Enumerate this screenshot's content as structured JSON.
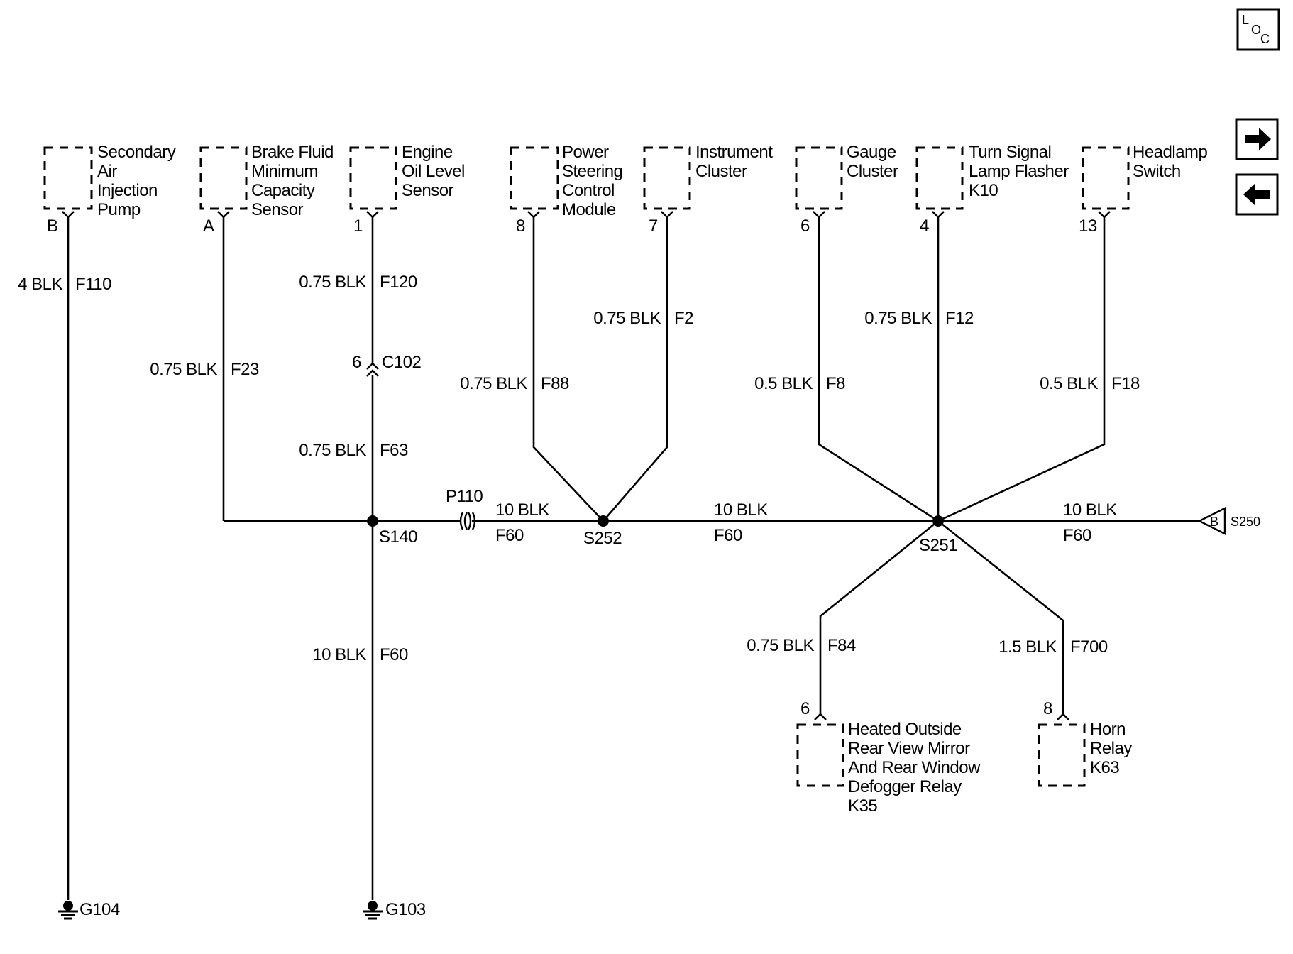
{
  "nav": {
    "loc_letters": [
      "L",
      "O",
      "C"
    ],
    "next_icon": "arrow-right-icon",
    "prev_icon": "arrow-left-icon"
  },
  "components": {
    "secondary_air_pump": [
      "Secondary",
      "Air",
      "Injection",
      "Pump"
    ],
    "brake_fluid_sensor": [
      "Brake Fluid",
      "Minimum",
      "Capacity",
      "Sensor"
    ],
    "engine_oil_sensor": [
      "Engine",
      "Oil Level",
      "Sensor"
    ],
    "power_steering_module": [
      "Power",
      "Steering",
      "Control",
      "Module"
    ],
    "instrument_cluster": [
      "Instrument",
      "Cluster"
    ],
    "gauge_cluster": [
      "Gauge",
      "Cluster"
    ],
    "turn_signal_flasher": [
      "Turn Signal",
      "Lamp Flasher",
      "K10"
    ],
    "headlamp_switch": [
      "Headlamp",
      "Switch"
    ],
    "mirror_defogger_relay": [
      "Heated Outside",
      "Rear View Mirror",
      "And Rear Window",
      "Defogger Relay",
      "K35"
    ],
    "horn_relay": [
      "Horn",
      "Relay",
      "K63"
    ]
  },
  "pins": {
    "secondary_air_pump": "B",
    "brake_fluid_sensor": "A",
    "engine_oil_sensor": "1",
    "power_steering_module": "8",
    "instrument_cluster": "7",
    "gauge_cluster": "6",
    "turn_signal_flasher": "4",
    "headlamp_switch": "13",
    "mirror_defogger_relay": "6",
    "horn_relay": "8",
    "c102": "6"
  },
  "wires": {
    "f110": {
      "gauge": "4 BLK",
      "circuit": "F110"
    },
    "f23": {
      "gauge": "0.75 BLK",
      "circuit": "F23"
    },
    "f120": {
      "gauge": "0.75 BLK",
      "circuit": "F120"
    },
    "f63": {
      "gauge": "0.75 BLK",
      "circuit": "F63"
    },
    "f60_ground": {
      "gauge": "10 BLK",
      "circuit": "F60"
    },
    "f60_a": {
      "gauge": "10 BLK",
      "circuit": "F60"
    },
    "f60_b": {
      "gauge": "10 BLK",
      "circuit": "F60"
    },
    "f60_c": {
      "gauge": "10 BLK",
      "circuit": "F60"
    },
    "f88": {
      "gauge": "0.75 BLK",
      "circuit": "F88"
    },
    "f2": {
      "gauge": "0.75 BLK",
      "circuit": "F2"
    },
    "f8": {
      "gauge": "0.5 BLK",
      "circuit": "F8"
    },
    "f12": {
      "gauge": "0.75 BLK",
      "circuit": "F12"
    },
    "f18": {
      "gauge": "0.5 BLK",
      "circuit": "F18"
    },
    "f84": {
      "gauge": "0.75 BLK",
      "circuit": "F84"
    },
    "f700": {
      "gauge": "1.5 BLK",
      "circuit": "F700"
    }
  },
  "connectors": {
    "c102": "C102",
    "p110": "P110"
  },
  "splices": {
    "s140": "S140",
    "s252": "S252",
    "s251": "S251",
    "s250_ref": "S250",
    "s250_letter": "B"
  },
  "grounds": {
    "g104": "G104",
    "g103": "G103"
  }
}
